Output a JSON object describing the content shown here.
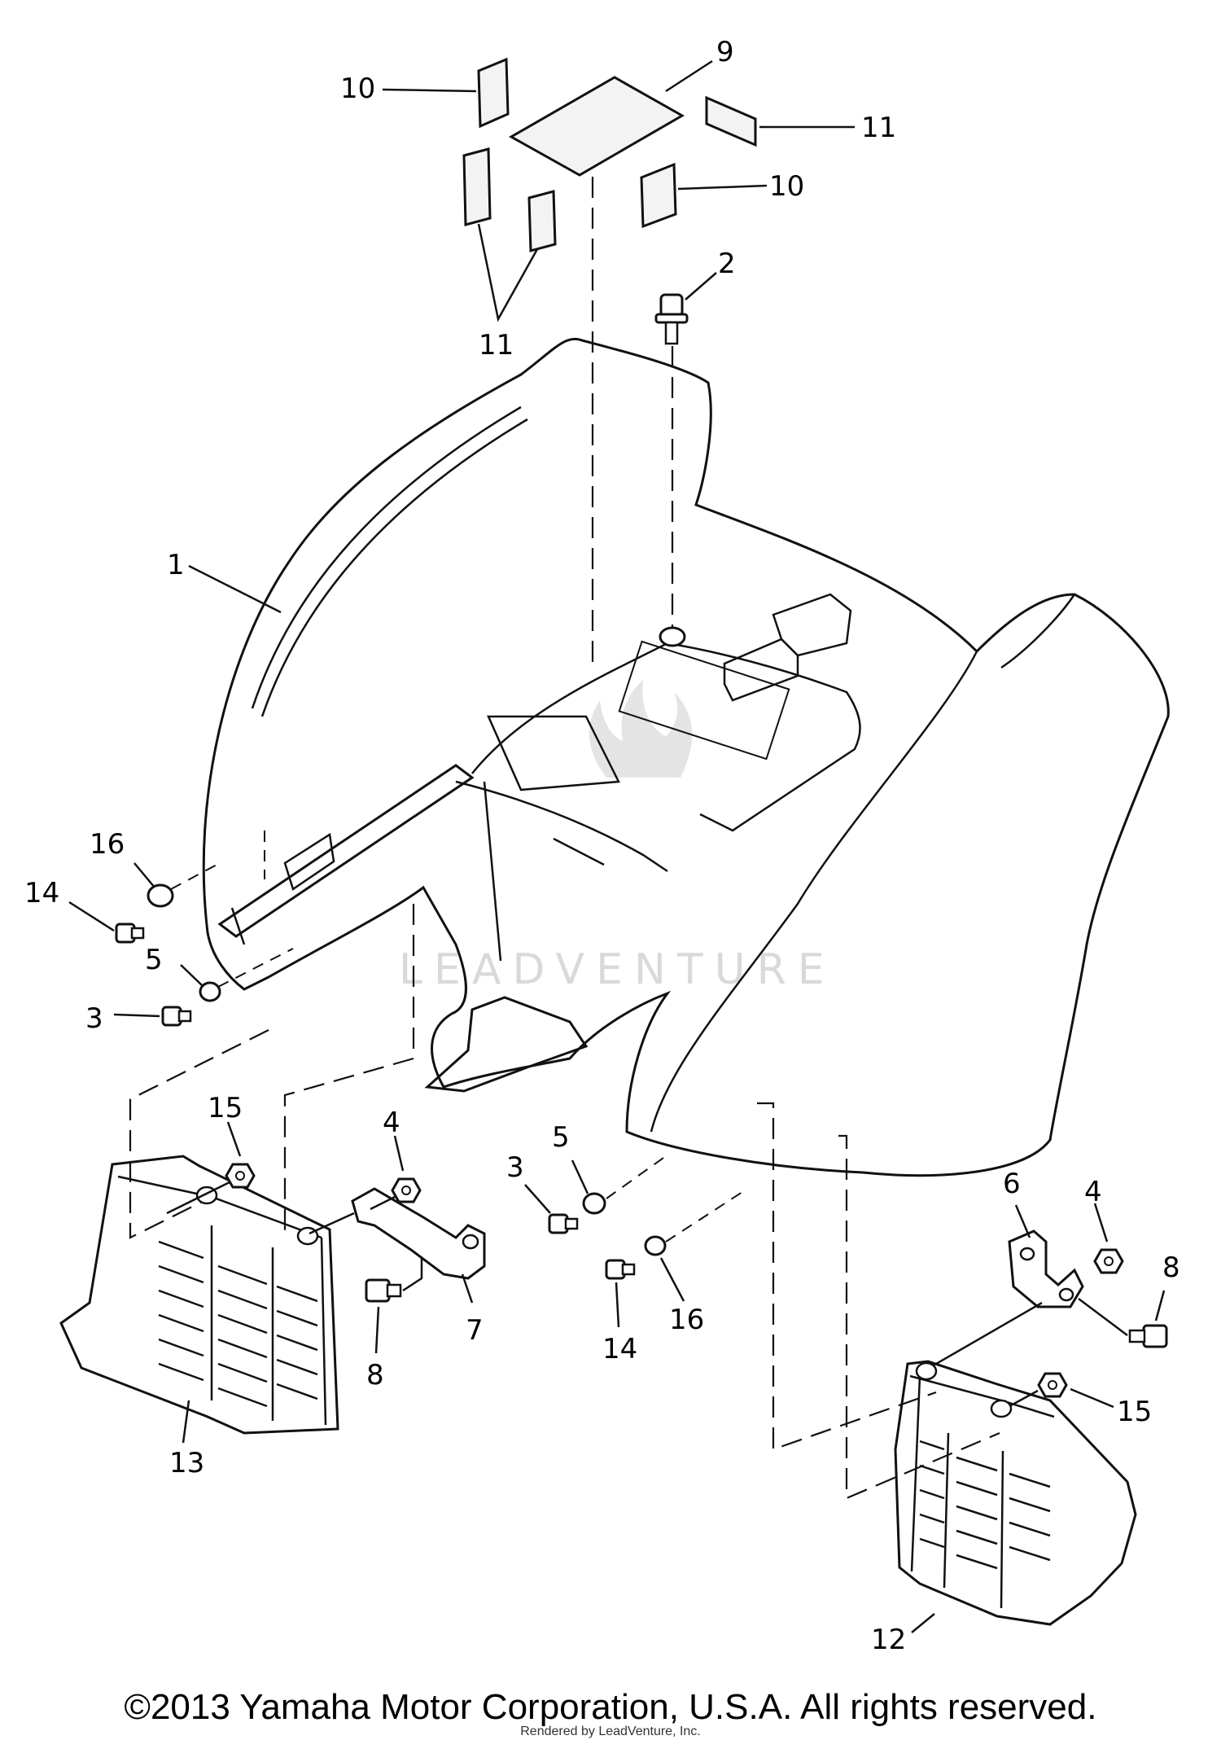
{
  "callouts": [
    {
      "id": "c1",
      "label": "1"
    },
    {
      "id": "c2",
      "label": "2"
    },
    {
      "id": "c3a",
      "label": "3"
    },
    {
      "id": "c3b",
      "label": "3"
    },
    {
      "id": "c4a",
      "label": "4"
    },
    {
      "id": "c4b",
      "label": "4"
    },
    {
      "id": "c5a",
      "label": "5"
    },
    {
      "id": "c5b",
      "label": "5"
    },
    {
      "id": "c6",
      "label": "6"
    },
    {
      "id": "c7",
      "label": "7"
    },
    {
      "id": "c8a",
      "label": "8"
    },
    {
      "id": "c8b",
      "label": "8"
    },
    {
      "id": "c9",
      "label": "9"
    },
    {
      "id": "c10a",
      "label": "10"
    },
    {
      "id": "c10b",
      "label": "10"
    },
    {
      "id": "c11a",
      "label": "11"
    },
    {
      "id": "c11b",
      "label": "11"
    },
    {
      "id": "c12",
      "label": "12"
    },
    {
      "id": "c13",
      "label": "13"
    },
    {
      "id": "c14a",
      "label": "14"
    },
    {
      "id": "c14b",
      "label": "14"
    },
    {
      "id": "c15a",
      "label": "15"
    },
    {
      "id": "c15b",
      "label": "15"
    },
    {
      "id": "c16a",
      "label": "16"
    },
    {
      "id": "c16b",
      "label": "16"
    }
  ],
  "watermark": "LEADVENTURE",
  "copyright": "©2013 Yamaha Motor Corporation, U.S.A. All rights reserved.",
  "rendered_by": "Rendered by LeadVenture, Inc."
}
